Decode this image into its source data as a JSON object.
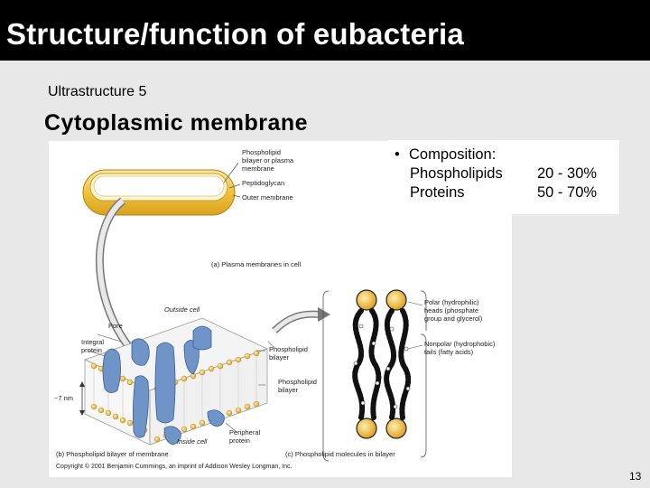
{
  "slide": {
    "title": "Structure/function of eubacteria",
    "subtitle": "Ultrastructure 5",
    "heading": "Cytoplasmic membrane",
    "page_number": "13"
  },
  "composition": {
    "bullet": "•",
    "label": "Composition:",
    "items": [
      {
        "name": "Phospholipids",
        "value": "20 - 30%"
      },
      {
        "name": "Proteins",
        "value": "50 - 70%"
      }
    ]
  },
  "figure": {
    "labels": {
      "phospholipid_bilayer_or_plasma_membrane": "Phospholipid\nbilayer or plasma\nmembrane",
      "peptidoglycan": "Peptidoglycan",
      "outer_membrane": "Outer membrane",
      "part_a": "(a) Plasma membranes in cell",
      "outside_cell": "Outside cell",
      "pore": "Pore",
      "integral_protein": "Integral\nprotein",
      "phospholipid_bilayer_1": "Phospholipid\nbilayer",
      "phospholipid_bilayer_2": "Phospholipid\nbilayer",
      "thickness": "~7 nm",
      "peripheral_protein": "Peripheral\nprotein",
      "inside_cell": "Inside cell",
      "part_b": "(b) Phospholipid bilayer of membrane",
      "polar_heads": "Polar (hydrophilic)\nheads (phosphate\ngroup and glycerol)",
      "nonpolar_tails": "Nonpolar (hydrophobic)\ntails (fatty acids)",
      "part_c": "(c) Phospholipid molecules in bilayer",
      "copyright": "Copyright © 2001 Benjamin Cummings, an imprint of Addison Wesley Longman, Inc."
    }
  },
  "colors": {
    "title_bar": "#000000",
    "background": "#e8e8e8",
    "protein_blue": "#6f94c7",
    "cell_yellow": "#f2c23a"
  }
}
